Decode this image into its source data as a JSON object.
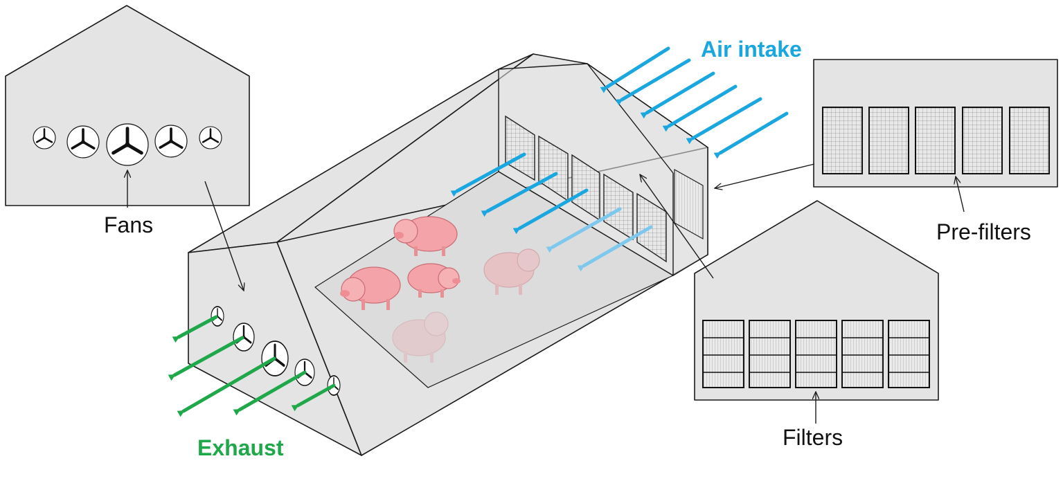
{
  "labels": {
    "air_intake": "Air intake",
    "fans": "Fans",
    "pre_filters": "Pre-filters",
    "filters": "Filters",
    "exhaust": "Exhaust"
  },
  "colors": {
    "intake": "#1aa7e0",
    "intake_faded": "#7dc8ec",
    "exhaust": "#1ea84a",
    "wall": "#e4e4e4",
    "pig": "#f4a3a8"
  },
  "icons": {
    "fan": "fan-icon",
    "pig": "pig-icon",
    "filter": "filter-panel"
  }
}
